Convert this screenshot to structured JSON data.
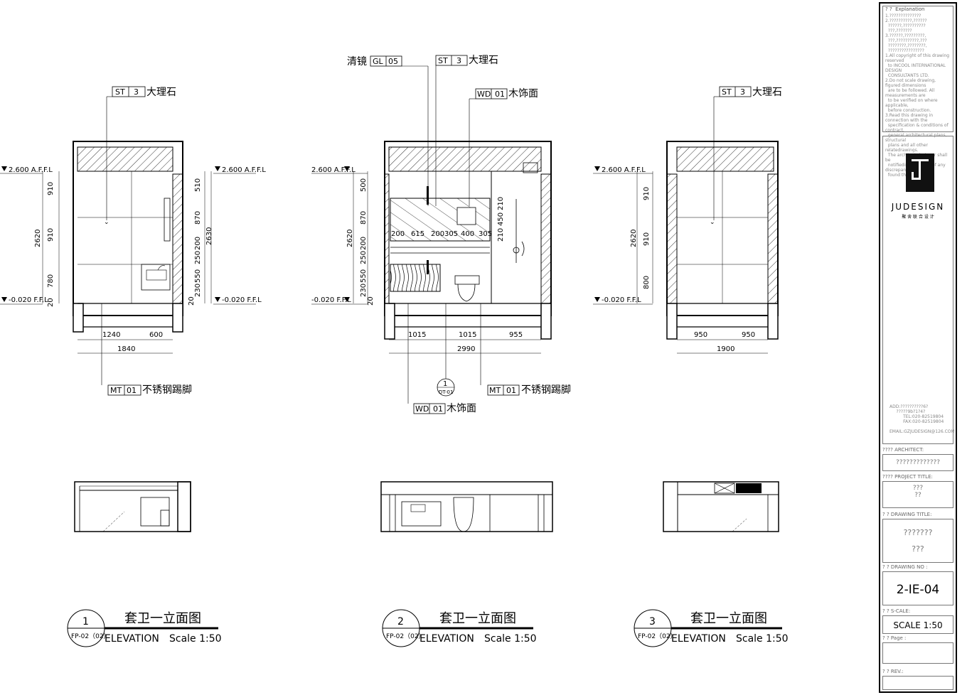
{
  "labels": {
    "st3": "大理石",
    "gl05": "清镜",
    "wd01": "木饰面",
    "mt01": "不锈钢踢脚"
  },
  "tags": {
    "st": "ST",
    "st_num": "3",
    "gl": "GL",
    "gl_num": "05",
    "wd": "WD",
    "wd_num": "01",
    "mt": "MT",
    "mt_num": "01"
  },
  "levels": {
    "top": "2.600 A.F.F.L",
    "bottom": "-0.020 F.F.L"
  },
  "elevation1": {
    "left_dims": [
      "910",
      "910",
      "780",
      "20"
    ],
    "left_total": "2620",
    "right_dims": [
      "510",
      "870",
      "200",
      "250",
      "550",
      "230",
      "20"
    ],
    "right_total": "2630",
    "bottom_dims": [
      "1240",
      "600"
    ],
    "bottom_total": "1840"
  },
  "elevation2": {
    "left_dims": [
      "500",
      "870",
      "200",
      "250",
      "550",
      "230",
      "20"
    ],
    "left_total": "2620",
    "mirror_dims": [
      "200",
      "615",
      "200",
      "305",
      "400",
      "305"
    ],
    "shower_dims": [
      "210",
      "450",
      "210"
    ],
    "bottom_dims": [
      "1015",
      "1015",
      "955"
    ],
    "bottom_total": "2990",
    "detail_num": "1",
    "detail_ref": "DT-01"
  },
  "elevation3": {
    "left_dims": [
      "910",
      "910",
      "800"
    ],
    "left_total": "2620",
    "bottom_dims": [
      "950",
      "950"
    ],
    "bottom_total": "1900"
  },
  "titles": [
    {
      "num": "1",
      "ref": "FP-02（02）",
      "name": "套卫一立面图",
      "elev": "ELEVATION",
      "scale": "Scale  1:50"
    },
    {
      "num": "2",
      "ref": "FP-02（02）",
      "name": "套卫一立面图",
      "elev": "ELEVATION",
      "scale": "Scale  1:50"
    },
    {
      "num": "3",
      "ref": "FP-02（02）",
      "name": "套卫一立面图",
      "elev": "ELEVATION",
      "scale": "Scale  1:50"
    }
  ],
  "title_block": {
    "explanation_head": "? ?  Explanation",
    "notes": "1.??????????????\n2.??????????,??????\n  ??????,??????????\n  ???,???????\n3.??????,?????????,\n  ???,??????????,???\n  ????????,????????,\n  ????????????????\n1.All copyright of this drawing reserved\n  to INCOOL INTERNATIONAL DESIGN\n  CONSULTANTS LTD.\n2.Do not scale drawing, figured dimensions\n  are to be followed. All measurements are\n  to be verified on where applicable,\n  before construction.\n3.Read this drawing in connection with the\n  specification & conditions of contract,\n  general architectural plans, structural\n  plans and all other relatedrawings.\n  The architect designer shall be\n  notifiedimmediately of any discrepancy\n  found therein.",
    "brand": "JUDESIGN",
    "brand_sub": "聚 舍 联 合 设 计",
    "contact": "ADD:??????????6?\n     ?????9b?1?4?\n          TEL:020-82519804\n          FAX:020-82519804\n   EMAIL:GZJUDESIGN@126.COM",
    "architect_head": "????    ARCHITECT:",
    "architect_val": "?????????????",
    "project_head": "????    PROJECT TITLE:",
    "project_val1": "???",
    "project_val2": "??",
    "drawing_title_head": "? ? DRAWING TITLE:",
    "drawing_title_val1": "???????",
    "drawing_title_val2": "???",
    "drawing_no_head": "? ?     DRAWING NO :",
    "drawing_no": "2-IE-04",
    "scale_head": "? ?     S-CALE:",
    "scale_val": "SCALE   1:50",
    "page_head": "? ?     Page :",
    "rev_head": "? ?          REV.:"
  }
}
